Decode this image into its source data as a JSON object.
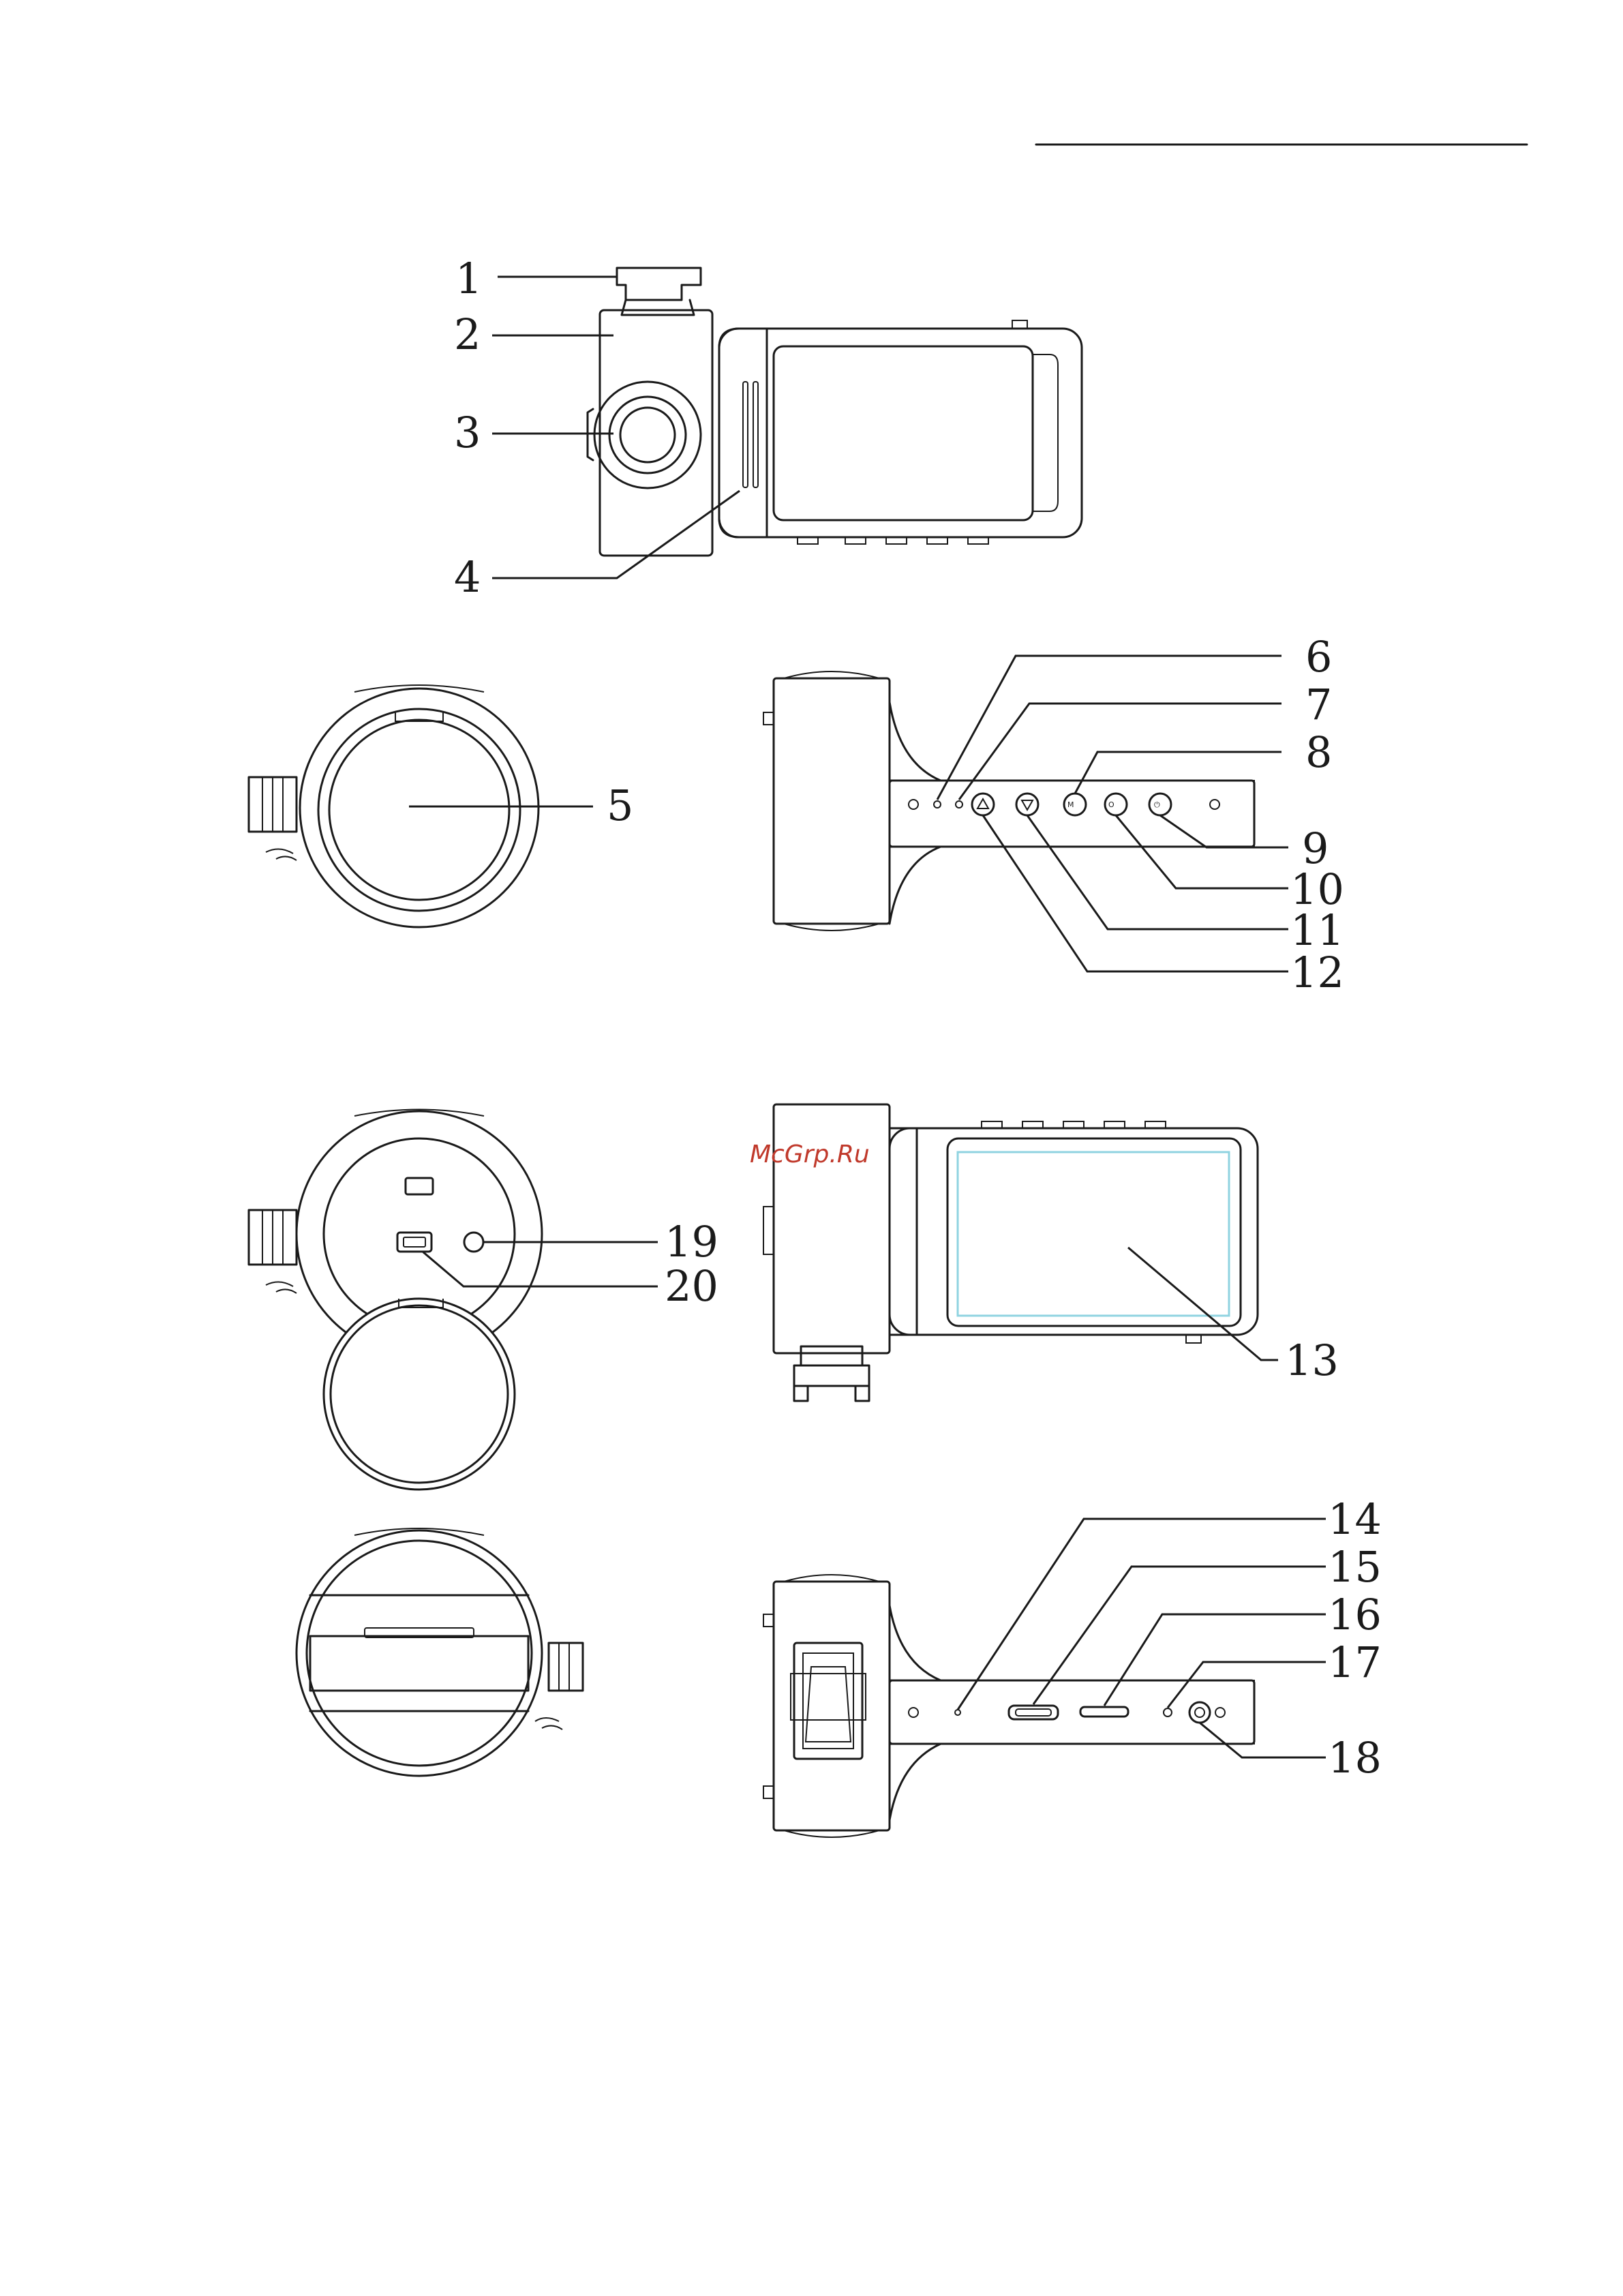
{
  "watermark": "McGrp.Ru",
  "callouts": {
    "c1": "1",
    "c2": "2",
    "c3": "3",
    "c4": "4",
    "c5": "5",
    "c6": "6",
    "c7": "7",
    "c8": "8",
    "c9": "9",
    "c10": "10",
    "c11": "11",
    "c12": "12",
    "c13": "13",
    "c14": "14",
    "c15": "15",
    "c16": "16",
    "c17": "17",
    "c18": "18",
    "c19": "19",
    "c20": "20"
  },
  "colors": {
    "line": "#1a1a1a",
    "watermark": "#c0392b",
    "screen_area": "#8fd3e0"
  }
}
